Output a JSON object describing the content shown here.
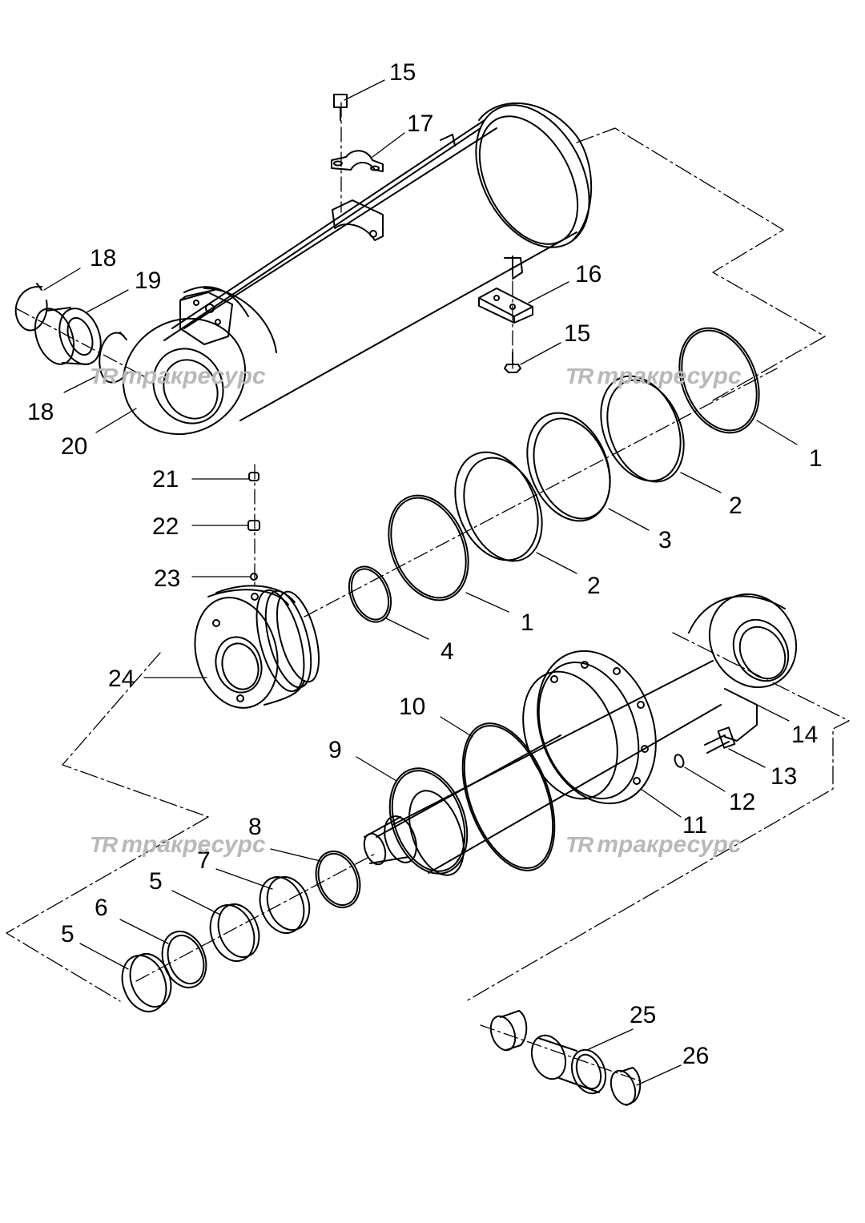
{
  "callouts": {
    "c15a": "15",
    "c17": "17",
    "c18a": "18",
    "c19": "19",
    "c16": "16",
    "c15b": "15",
    "c18b": "18",
    "c20": "20",
    "c1a": "1",
    "c2a": "2",
    "c3": "3",
    "c2b": "2",
    "c1b": "1",
    "c4": "4",
    "c21": "21",
    "c22": "22",
    "c23": "23",
    "c24": "24",
    "c10": "10",
    "c14": "14",
    "c9": "9",
    "c13": "13",
    "c12": "12",
    "c11": "11",
    "c8": "8",
    "c7": "7",
    "c5a": "5",
    "c6": "6",
    "c5b": "5",
    "c25": "25",
    "c26": "26"
  },
  "watermark": {
    "logo": "TR",
    "text": "тракресурс"
  },
  "colors": {
    "line": "#000000",
    "watermark": "#b9b9b9",
    "background": "#ffffff"
  }
}
